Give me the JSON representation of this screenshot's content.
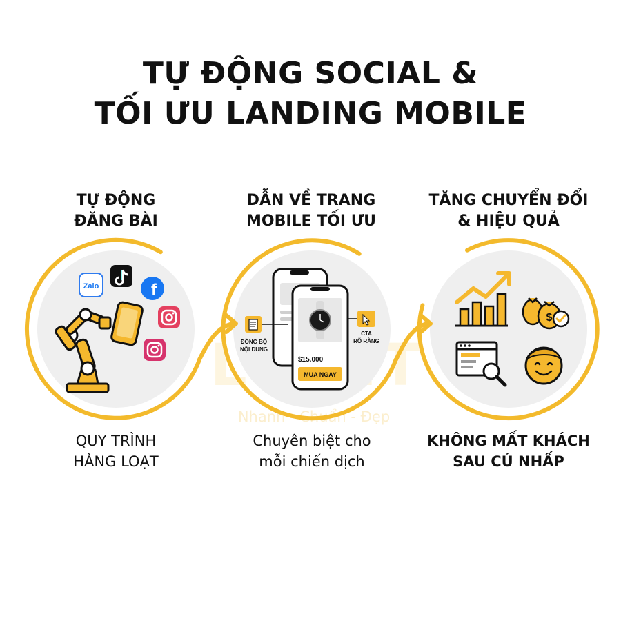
{
  "header": {
    "title_line1": "TỰ ĐỘNG SOCIAL &",
    "title_line2": "TỐI ƯU LANDING MOBILE"
  },
  "columns": [
    {
      "head_line1": "TỰ ĐỘNG",
      "head_line2": "ĐĂNG BÀI",
      "foot_line1": "QUY TRÌNH",
      "foot_line2": "HÀNG LOẠT"
    },
    {
      "head_line1": "DẪN VỀ TRANG",
      "head_line2": "MOBILE TỐI ƯU",
      "foot_line1": "Chuyên biệt cho",
      "foot_line2": "mỗi chiến dịch"
    },
    {
      "head_line1": "TĂNG CHUYỂN ĐỔI",
      "head_line2": "& HIỆU QUẢ",
      "foot_line1": "KHÔNG MẤT KHÁCH",
      "foot_line2": "SAU CÚ NHẤP"
    }
  ],
  "social_icons": {
    "zalo_label": "Zalo",
    "facebook_label": "f"
  },
  "phone_mockup": {
    "price": "$15.000",
    "buy_button": "MUA NGAY",
    "sync_label_line1": "ĐỒNG BỘ",
    "sync_label_line2": "NỘI DUNG",
    "cta_label_line1": "CTA",
    "cta_label_line2": "RÕ RÀNG"
  },
  "results_icons": {
    "money_symbol": "$"
  },
  "watermark": {
    "brand": "LIGHT",
    "tagline": "Nhanh - Chuẩn - Đẹp"
  },
  "colors": {
    "accent": "#F5B82E",
    "ring": "#F3BA2C",
    "circle_fill": "#EFEFEF",
    "text": "#111111"
  }
}
